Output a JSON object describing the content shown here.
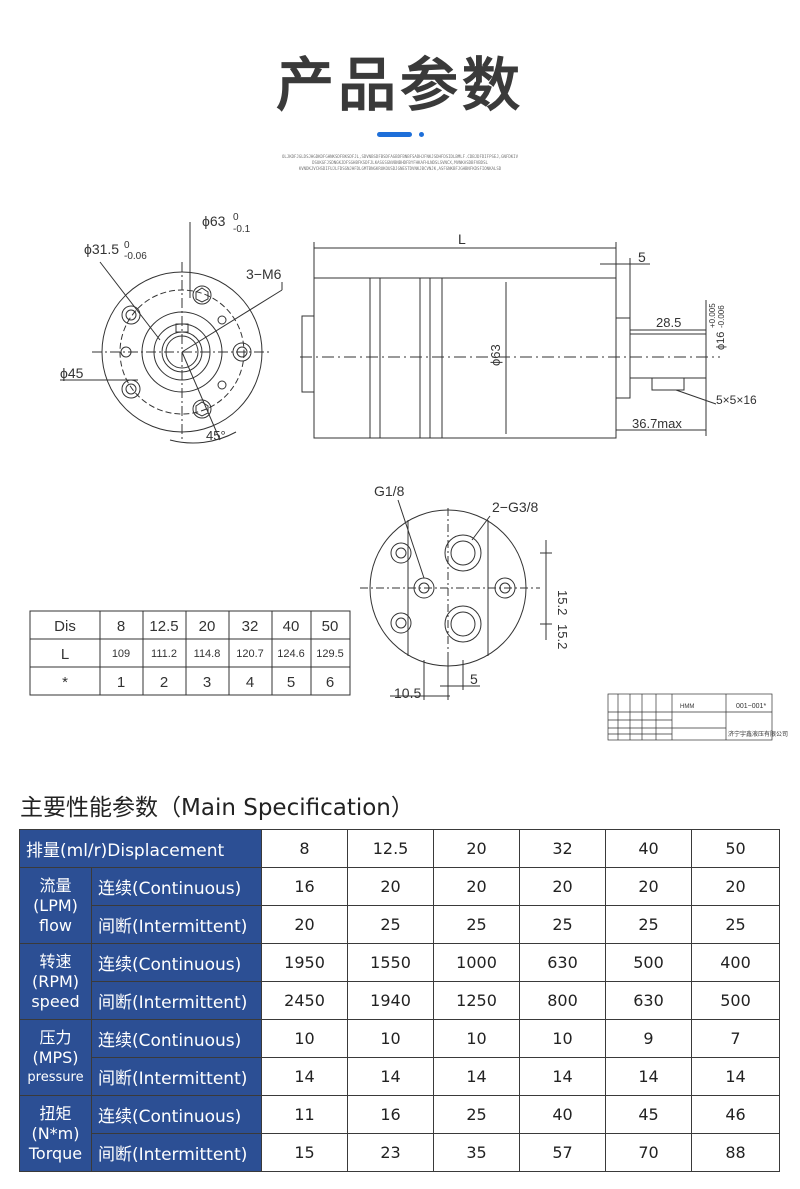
{
  "header": {
    "title": "产品参数",
    "subtext": [
      "OLJKDFJGLDSJHGDKDFGHNKSDFBKSDFJL,SDVNBSDFBSDFAGBDFBNBFSADHJFNKJSDHFDSIDLBMLF.CDBJDFDIFPSEJ,GNFDKIV",
      "DSUKGFJSDNGKJDFSGHBFKSDFJLKASGSGNVBNBHDFBYFHKAFHLNDSLSVNCX,MVNKASDBFVBDSL",
      "KVNDKJVCHSDIFUJLFDSGNJHFDLGMTBNGKRUKOUSDJGNESTDVNKJBCVNJK,ASFGNKBFJGHBNFKDSFIONKALSD"
    ]
  },
  "drawing": {
    "front": {
      "d63": "ϕ63",
      "d63_tol": "0",
      "d63_sub": "-0.1",
      "d315": "ϕ31.5",
      "d315_tol": "0",
      "d315_sub": "-0.06",
      "m6": "3−M6",
      "d45": "ϕ45",
      "angle": "45°"
    },
    "side": {
      "L": "L",
      "five": "5",
      "phi63": "ϕ63",
      "shaft_len": "28.5",
      "shaft_dia": "ϕ16",
      "shaft_tol": "+0.005",
      "shaft_tol2": "-0.006",
      "key": "5×5×16",
      "max": "36.7max"
    },
    "port": {
      "g18": "G1/8",
      "g38": "2−G3/8",
      "d152a": "15.2",
      "d152b": "15.2",
      "d105": "10.5",
      "d5": "5"
    },
    "title_block": {
      "model": "HMM",
      "number": "001−001*",
      "company": "济宁宇鑫液压有限公司"
    }
  },
  "dis_table": {
    "rows": [
      [
        "Dis",
        "8",
        "12.5",
        "20",
        "32",
        "40",
        "50"
      ],
      [
        "L",
        "109",
        "111.2",
        "114.8",
        "120.7",
        "124.6",
        "129.5"
      ],
      [
        "*",
        "1",
        "2",
        "3",
        "4",
        "5",
        "6"
      ]
    ]
  },
  "spec": {
    "title": "主要性能参数（Main Specification）",
    "displacement_label": "排量(ml/r)Displacement",
    "displacement": [
      "8",
      "12.5",
      "20",
      "32",
      "40",
      "50"
    ],
    "flow": {
      "group": [
        "流量",
        "(LPM)",
        "flow"
      ],
      "cont_label": "连续(Continuous)",
      "cont": [
        "16",
        "20",
        "20",
        "20",
        "20",
        "20"
      ],
      "int_label": "间断(Intermittent)",
      "int": [
        "20",
        "25",
        "25",
        "25",
        "25",
        "25"
      ]
    },
    "speed": {
      "group": [
        "转速",
        "(RPM)",
        "speed"
      ],
      "cont_label": "连续(Continuous)",
      "cont": [
        "1950",
        "1550",
        "1000",
        "630",
        "500",
        "400"
      ],
      "int_label": "间断(Intermittent)",
      "int": [
        "2450",
        "1940",
        "1250",
        "800",
        "630",
        "500"
      ]
    },
    "pressure": {
      "group": [
        "压力",
        "(MPS)",
        "pressure"
      ],
      "cont_label": "连续(Continuous)",
      "cont": [
        "10",
        "10",
        "10",
        "10",
        "9",
        "7"
      ],
      "int_label": "间断(Intermittent)",
      "int": [
        "14",
        "14",
        "14",
        "14",
        "14",
        "14"
      ]
    },
    "torque": {
      "group": [
        "扭矩",
        "(N*m)",
        "Torque"
      ],
      "cont_label": "连续(Continuous)",
      "cont": [
        "11",
        "16",
        "25",
        "40",
        "45",
        "46"
      ],
      "int_label": "间断(Intermittent)",
      "int": [
        "15",
        "23",
        "35",
        "57",
        "70",
        "88"
      ]
    }
  }
}
